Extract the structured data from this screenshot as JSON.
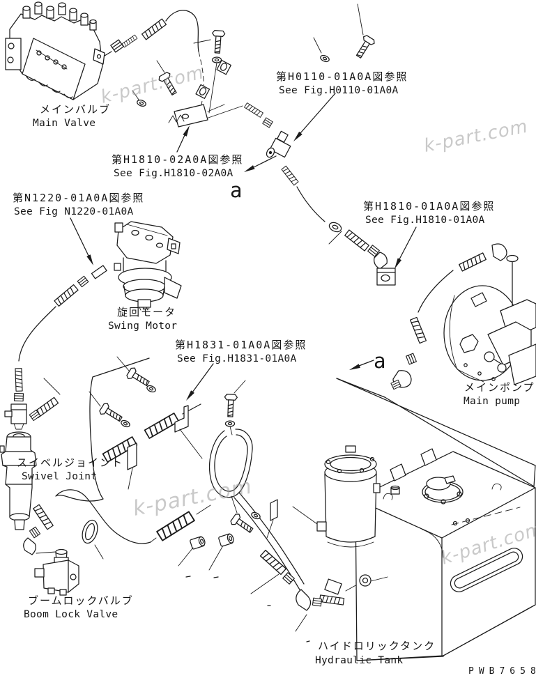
{
  "diagram": {
    "part_code": "PWB7658",
    "section_marker": "a",
    "watermark": {
      "text": "k-part.com",
      "color": "#9e9e9e"
    },
    "line_color": "#1b1b1b",
    "background": "#ffffff",
    "labels": {
      "main_valve": {
        "jp": "メインバルブ",
        "en": "Main Valve"
      },
      "swing_motor": {
        "jp": "旋回モータ",
        "en": "Swing Motor"
      },
      "main_pump": {
        "jp": "メインポンプ",
        "en": "Main pump"
      },
      "swivel_joint": {
        "jp": "スイベルジョイント",
        "en": "Swivel Joint"
      },
      "boom_lock_valve": {
        "jp": "ブームロックバルブ",
        "en": "Boom Lock Valve"
      },
      "hydraulic_tank": {
        "jp": "ハイドロリックタンク",
        "en": "Hydraulic Tank"
      }
    },
    "references": {
      "h0110": {
        "jp": "第H0110-01A0A図参照",
        "en": "See Fig.H0110-01A0A"
      },
      "h1810_02": {
        "jp": "第H1810-02A0A図参照",
        "en": "See Fig.H1810-02A0A"
      },
      "n1220": {
        "jp": "第N1220-01A0A図参照",
        "en": "See Fig N1220-01A0A"
      },
      "h1810_01": {
        "jp": "第H1810-01A0A図参照",
        "en": "See Fig.H1810-01A0A"
      },
      "h1831": {
        "jp": "第H1831-01A0A図参照",
        "en": "See Fig.H1831-01A0A"
      }
    }
  }
}
